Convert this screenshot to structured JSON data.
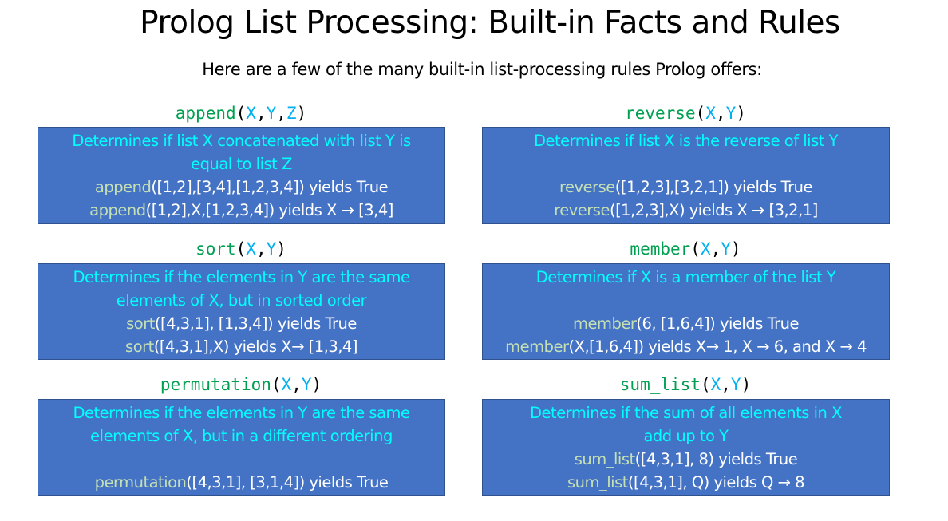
{
  "title": "Prolog List Processing: Built-in Facts and Rules",
  "subtitle": "Here are a few of the many built-in list-processing rules Prolog offers:",
  "colors": {
    "box_fill": "#4472c4",
    "box_border": "#2f528f",
    "description_text": "#00ffff",
    "example_text": "#ffffff",
    "example_function": "#c5e0b4",
    "signature_function": "#00a050",
    "signature_argument": "#00b0f0"
  },
  "rules": [
    {
      "name": "append",
      "args": [
        "X",
        "Y",
        "Z"
      ],
      "description": [
        "Determines if list X concatenated with list Y is",
        "equal to list Z"
      ],
      "examples": [
        {
          "fn": "append",
          "rest": "([1,2],[3,4],[1,2,3,4]) yields True"
        },
        {
          "fn": "append",
          "rest": "([1,2],X,[1,2,3,4]) yields X → [3,4]"
        }
      ]
    },
    {
      "name": "reverse",
      "args": [
        "X",
        "Y"
      ],
      "description": [
        "Determines if list X is the reverse of list Y",
        ""
      ],
      "examples": [
        {
          "fn": "reverse",
          "rest": "([1,2,3],[3,2,1]) yields True"
        },
        {
          "fn": "reverse",
          "rest": "([1,2,3],X) yields X → [3,2,1]"
        }
      ]
    },
    {
      "name": "sort",
      "args": [
        "X",
        "Y"
      ],
      "description": [
        "Determines if the elements in Y are the same",
        "elements of X, but in sorted order"
      ],
      "examples": [
        {
          "fn": "sort",
          "rest": "([4,3,1], [1,3,4]) yields True"
        },
        {
          "fn": "sort",
          "rest": "([4,3,1],X) yields X→ [1,3,4]"
        }
      ]
    },
    {
      "name": "member",
      "args": [
        "X",
        "Y"
      ],
      "description": [
        "Determines if X is a member of the list Y",
        ""
      ],
      "examples": [
        {
          "fn": "member",
          "rest": "(6, [1,6,4]) yields True"
        },
        {
          "fn": "member",
          "rest": "(X,[1,6,4]) yields X→ 1, X → 6, and X → 4"
        }
      ]
    },
    {
      "name": "permutation",
      "args": [
        "X",
        "Y"
      ],
      "description": [
        "Determines if the elements in Y are the same",
        "elements of X, but in a different ordering"
      ],
      "examples": [
        {
          "fn": "",
          "rest": ""
        },
        {
          "fn": "permutation",
          "rest": "([4,3,1], [3,1,4]) yields True"
        }
      ]
    },
    {
      "name": "sum_list",
      "args": [
        "X",
        "Y"
      ],
      "description": [
        "Determines if the sum of all elements in X",
        "add up to Y"
      ],
      "examples": [
        {
          "fn": "sum_list",
          "rest": "([4,3,1], 8) yields True"
        },
        {
          "fn": "sum_list",
          "rest": "([4,3,1], Q) yields Q → 8"
        }
      ]
    }
  ]
}
